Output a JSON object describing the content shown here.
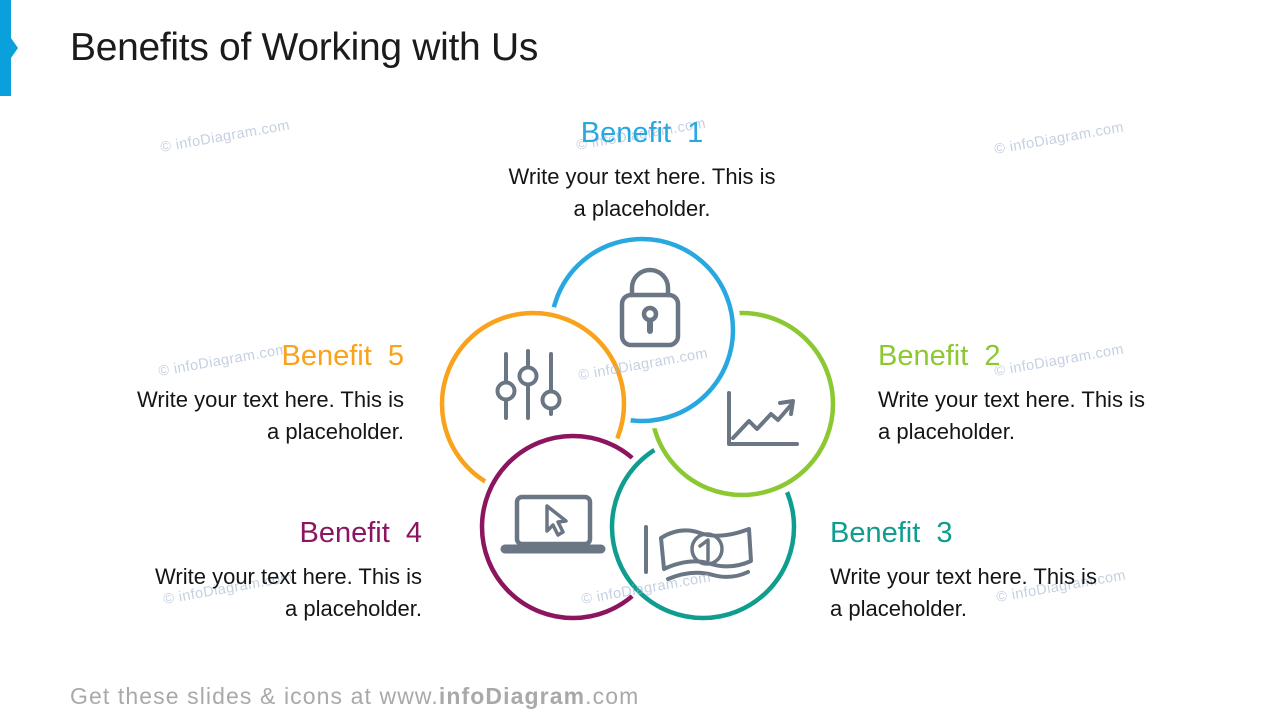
{
  "slide": {
    "title": "Benefits of Working with Us",
    "accent_color": "#0AA0DC",
    "icon_color": "#6B7685"
  },
  "benefits": [
    {
      "label": "Benefit 1",
      "color": "#29A8E0",
      "icon": "padlock-icon",
      "lines": [
        "Write your text here. This is",
        "a placeholder."
      ]
    },
    {
      "label": "Benefit 2",
      "color": "#8CC832",
      "icon": "growth-chart-icon",
      "lines": [
        "Write your text here. This is",
        "a placeholder."
      ]
    },
    {
      "label": "Benefit 3",
      "color": "#0E9D8F",
      "icon": "banknote-icon",
      "lines": [
        "Write your text here. This is",
        "a placeholder."
      ]
    },
    {
      "label": "Benefit 4",
      "color": "#8C1560",
      "icon": "laptop-cursor-icon",
      "lines": [
        "Write your text here. This is",
        "a placeholder."
      ]
    },
    {
      "label": "Benefit 5",
      "color": "#F9A21B",
      "icon": "sliders-icon",
      "lines": [
        "Write your text here. This is",
        "a placeholder."
      ]
    }
  ],
  "watermark": {
    "text": "© infoDiagram.com"
  },
  "footer": {
    "prefix": "Get these slides & icons at www.",
    "brand": "infoDiagram",
    "suffix": ".com"
  }
}
